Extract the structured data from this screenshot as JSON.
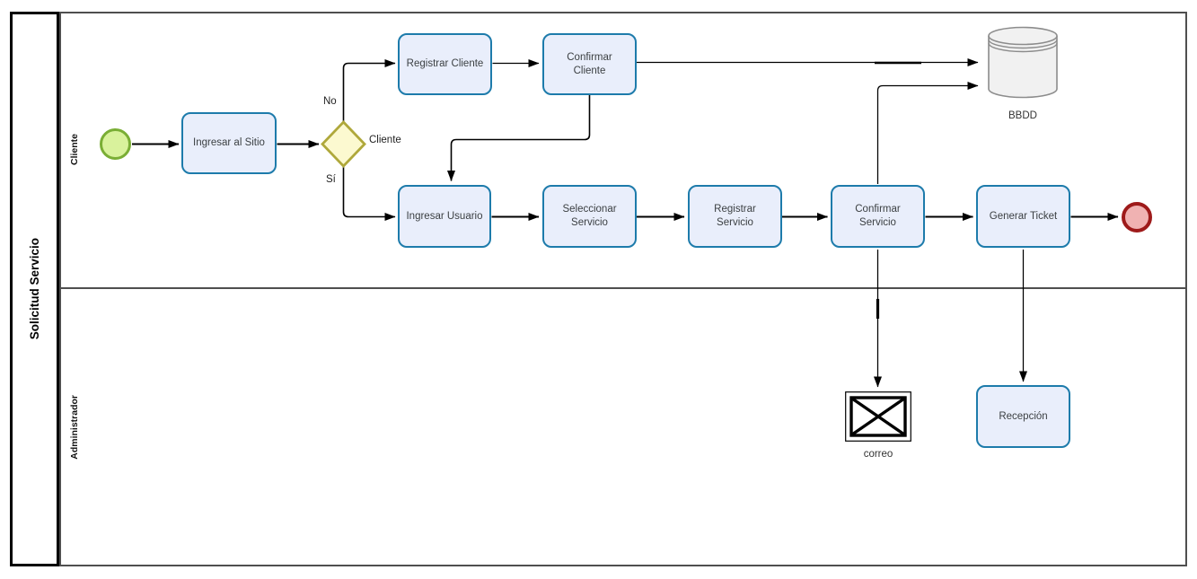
{
  "pool": {
    "title": "Solicitud Servicio"
  },
  "lanes": [
    {
      "label": "Cliente"
    },
    {
      "label": "Administrador"
    }
  ],
  "nodes": {
    "ingresar_sitio": "Ingresar al Sitio",
    "registrar_cliente": "Registrar Cliente",
    "confirmar_cliente": "Confirmar Cliente",
    "ingresar_usuario": "Ingresar Usuario",
    "seleccionar_servicio": "Seleccionar Servicio",
    "registrar_servicio": "Registrar Servicio",
    "confirmar_servicio": "Confirmar Servicio",
    "generar_ticket": "Generar Ticket",
    "recepcion": "Recepción"
  },
  "gateway": {
    "label": "Cliente",
    "branch_no": "No",
    "branch_yes": "Sí"
  },
  "datastore": {
    "label": "BBDD"
  },
  "message": {
    "label": "correo"
  },
  "colors": {
    "task_fill": "#e9eefb",
    "task_border": "#1d7bab",
    "start_fill": "#d9f29c",
    "start_border": "#7aae35",
    "end_fill": "#f0b2b2",
    "end_border": "#9e1a1a",
    "gateway_fill": "#fcf9d0",
    "gateway_border": "#afa83b",
    "datastore_fill": "#f1f1f1",
    "datastore_border": "#8c8c8c"
  }
}
